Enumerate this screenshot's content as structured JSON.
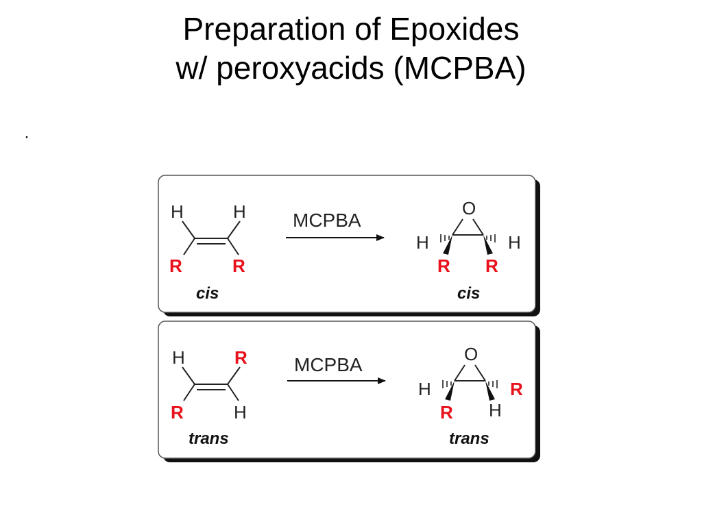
{
  "title": {
    "line1": "Preparation of Epoxides",
    "line2": "w/ peroxyacids (MCPBA)"
  },
  "bullet": "·",
  "colors": {
    "r_group": "#e8101a",
    "text": "#222222",
    "box_border": "#555555",
    "box_shadow": "#111111"
  },
  "panels": [
    {
      "reactant": {
        "top_left": "H",
        "top_right": "H",
        "bottom_left": "R",
        "bottom_right": "R",
        "caption": "cis"
      },
      "reagent": "MCPBA",
      "product": {
        "oxygen": "O",
        "left": "H",
        "right": "H",
        "bottom_left": "R",
        "bottom_right": "R",
        "caption": "cis"
      }
    },
    {
      "reactant": {
        "top_left": "H",
        "top_right": "R",
        "bottom_left": "R",
        "bottom_right": "H",
        "caption": "trans"
      },
      "reagent": "MCPBA",
      "product": {
        "oxygen": "O",
        "left": "H",
        "right": "R",
        "bottom_left": "R",
        "bottom_right": "H",
        "caption": "trans"
      }
    }
  ]
}
